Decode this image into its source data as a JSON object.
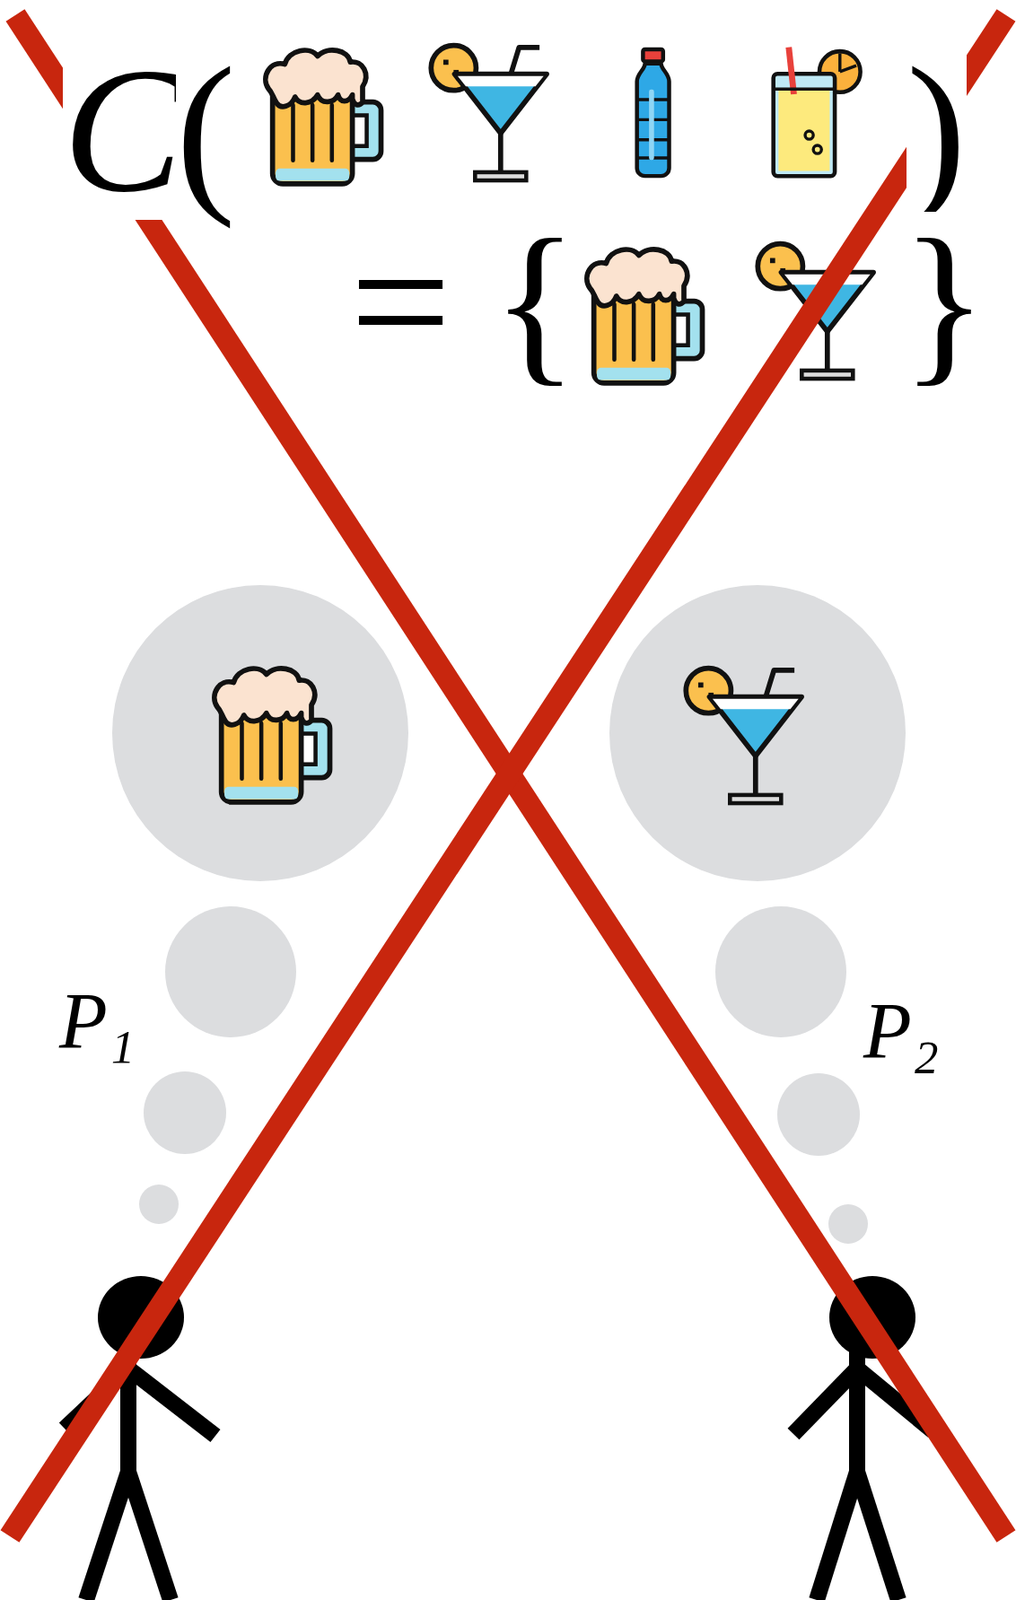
{
  "diagram": {
    "labels": [
      "C",
      "(",
      ")",
      "=",
      "{",
      "}",
      "P₁",
      "P₂"
    ]
  }
}
